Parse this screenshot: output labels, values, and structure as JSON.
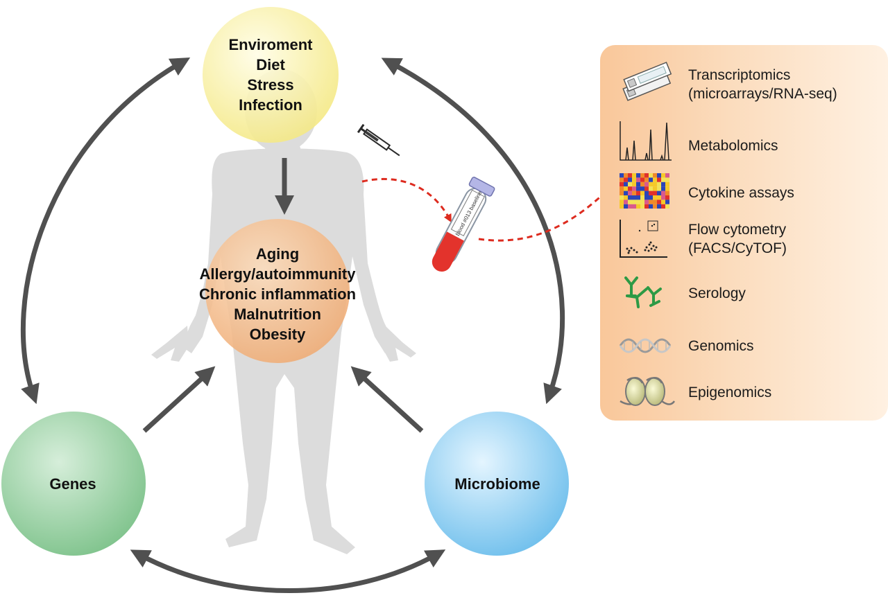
{
  "environment_node": {
    "lines": [
      "Enviroment",
      "Diet",
      "Stress",
      "Infection"
    ],
    "color": "#fbf3a8"
  },
  "conditions_node": {
    "lines": [
      "Aging",
      "Allergy/autoimmunity",
      "Chronic inflammation",
      "Malnutrition",
      "Obesity"
    ],
    "color": "#f6c08d"
  },
  "genes_node": {
    "label": "Genes",
    "color": "#9fd2a7"
  },
  "microbiome_node": {
    "label": "Microbiome",
    "color": "#9fd4f2"
  },
  "colors": {
    "arrow": "#505050",
    "silhouette": "#dcdcdc",
    "sample_arrow": "#dd2b1f",
    "panel": "#f9c79a"
  },
  "sample_tube": {
    "label": "blood #013 baseline"
  },
  "assays": [
    {
      "icon": "microarray-slides-icon",
      "lines": [
        "Transcriptomics",
        "(microarrays/RNA-seq)"
      ]
    },
    {
      "icon": "mass-spectrum-icon",
      "lines": [
        "Metabolomics"
      ]
    },
    {
      "icon": "heatmap-icon",
      "lines": [
        "Cytokine assays"
      ]
    },
    {
      "icon": "scatter-plot-icon",
      "lines": [
        "Flow cytometry",
        "(FACS/CyTOF)"
      ]
    },
    {
      "icon": "antibody-icon",
      "lines": [
        "Serology"
      ]
    },
    {
      "icon": "dna-helix-icon",
      "lines": [
        "Genomics"
      ]
    },
    {
      "icon": "nucleosome-icon",
      "lines": [
        "Epigenomics"
      ]
    }
  ]
}
